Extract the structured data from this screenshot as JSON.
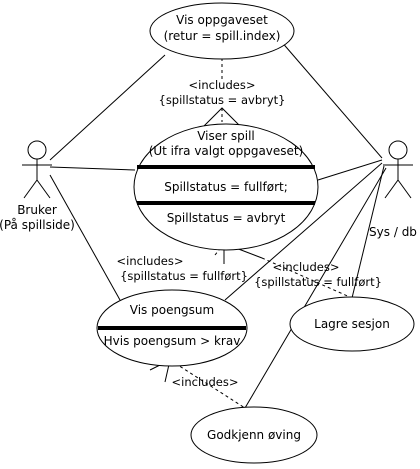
{
  "actors": {
    "user": {
      "line1": "Bruker",
      "line2": "(På spillside)"
    },
    "system": {
      "line1": "Sys / db"
    }
  },
  "use_cases": {
    "show_taskset": {
      "line1": "Vis oppgaveset",
      "line2": "(retur = spill.index)"
    },
    "show_game": {
      "line1": "Viser spill",
      "line2": "(Ut ifra valgt oppgaveset)",
      "section1": "Spillstatus = fullført;",
      "section2": "Spillstatus = avbryt"
    },
    "show_score": {
      "line1": "Vis poengsum",
      "section1": "Hvis poengsum > krav"
    },
    "save_session": {
      "line1": "Lagre sesjon"
    },
    "approve_exercise": {
      "line1": "Godkjenn øving"
    }
  },
  "relations": {
    "include_abort": {
      "stereotype": "<includes>",
      "condition": "{spillstatus = avbryt}"
    },
    "include_done_score": {
      "stereotype": "<includes>",
      "condition": "{spillstatus = fullført}"
    },
    "include_done_save": {
      "stereotype": "<includes>",
      "condition": "{spillstatus = fullført}"
    },
    "include_approve": {
      "stereotype": "<includes>"
    }
  }
}
